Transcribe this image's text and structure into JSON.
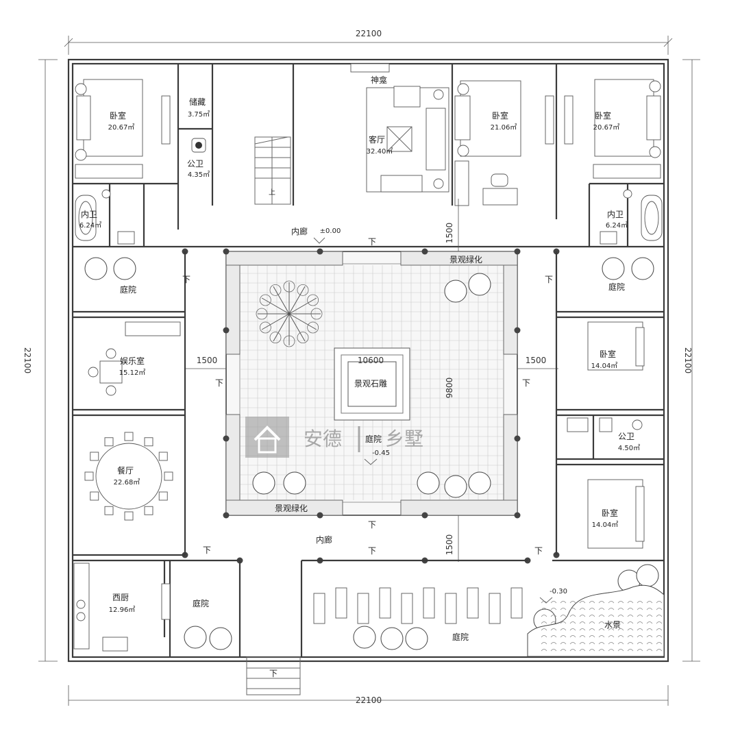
{
  "dimensions": {
    "top": "22100",
    "bottom": "22100",
    "left": "22100",
    "right": "22100",
    "court_left": "1500",
    "court_right": "1500",
    "court_top": "1500",
    "court_bottom": "1500",
    "court_width": "10600",
    "court_height": "9800"
  },
  "rooms": {
    "bed_nw": {
      "name": "卧室",
      "area": "20.67㎡"
    },
    "storage": {
      "name": "储藏",
      "area": "3.75㎡"
    },
    "bath_public_n": {
      "name": "公卫",
      "area": "4.35㎡"
    },
    "stair_up": "上",
    "shrine": "神龛",
    "living": {
      "name": "客厅",
      "area": "32.40㎡"
    },
    "bed_nc": {
      "name": "卧室",
      "area": "21.06㎡"
    },
    "bed_ne": {
      "name": "卧室",
      "area": "20.67㎡"
    },
    "bath_w": {
      "name": "内卫",
      "area": "6.24㎡"
    },
    "bath_e": {
      "name": "内卫",
      "area": "6.24㎡"
    },
    "corridor_n": "内廊",
    "level_0": "±0.00",
    "yard_w": "庭院",
    "yard_e": "庭院",
    "landscape_n": "景观绿化",
    "landscape_s": "景观绿化",
    "entertain": {
      "name": "娱乐室",
      "area": "15.12㎡"
    },
    "sculpture": "景观石雕",
    "bed_e1": {
      "name": "卧室",
      "area": "14.04㎡"
    },
    "bath_public_e": {
      "name": "公卫",
      "area": "4.50㎡"
    },
    "bed_e2": {
      "name": "卧室",
      "area": "14.04㎡"
    },
    "dining": {
      "name": "餐厅",
      "area": "22.68㎡"
    },
    "courtyard": "庭院",
    "level_court": "-0.45",
    "corridor_s": "内廊",
    "kitchen": {
      "name": "西厨",
      "area": "12.96㎡"
    },
    "yard_sw": "庭院",
    "yard_s": "庭院",
    "level_water": "-0.30",
    "water": "水景",
    "down": "下"
  },
  "watermark": {
    "brand_a": "安德",
    "brand_b": "乡墅"
  }
}
